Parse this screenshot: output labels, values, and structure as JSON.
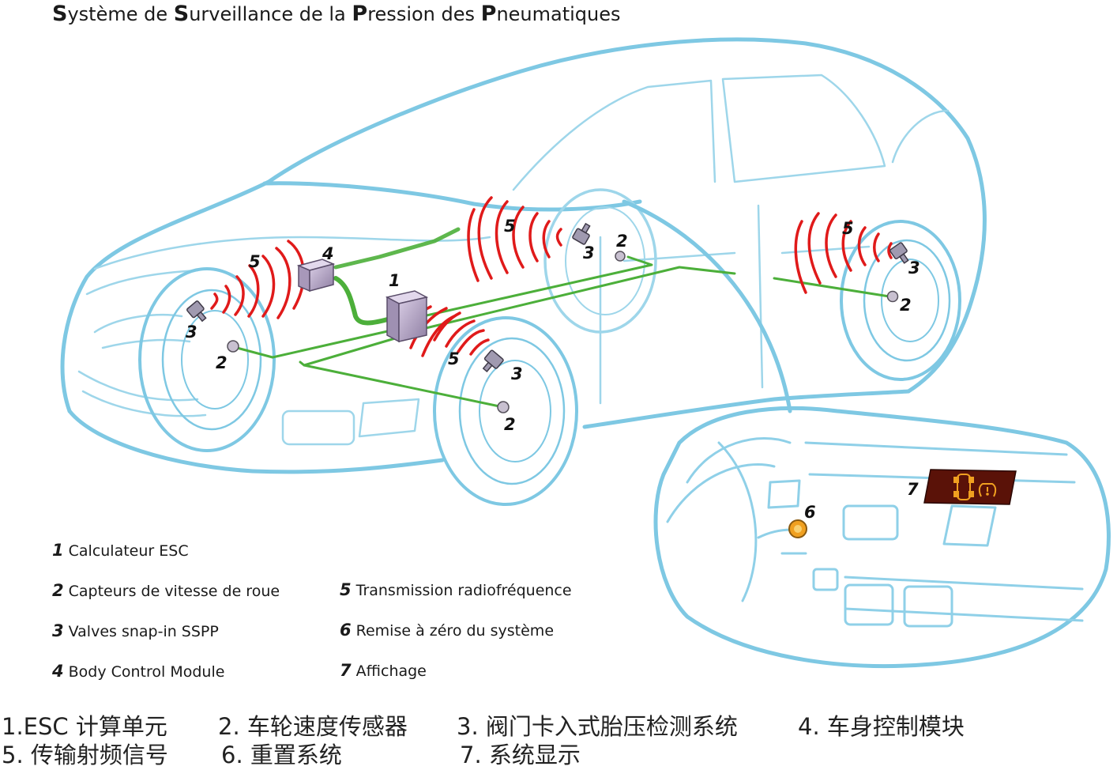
{
  "title": {
    "parts": [
      {
        "initial": "S",
        "rest": "ystème de "
      },
      {
        "initial": "S",
        "rest": "urveillance de la "
      },
      {
        "initial": "P",
        "rest": "ression des "
      },
      {
        "initial": "P",
        "rest": "neumatiques"
      }
    ]
  },
  "legend": [
    {
      "num": "1",
      "label": "Calculateur ESC"
    },
    {
      "num": "2",
      "label": "Capteurs de vitesse de roue"
    },
    {
      "num": "3",
      "label": "Valves snap-in SSPP"
    },
    {
      "num": "4",
      "label": "Body Control Module"
    },
    {
      "num": "5",
      "label": "Transmission radiofréquence"
    },
    {
      "num": "6",
      "label": "Remise à zéro du système"
    },
    {
      "num": "7",
      "label": "Affichage"
    }
  ],
  "chinese_legend": [
    "1.ESC 计算单元",
    "2. 车轮速度传感器",
    "3. 阀门卡入式胎压检测系统",
    "4. 车身控制模块",
    "5. 传输射频信号",
    "6. 重置系统",
    "7. 系统显示"
  ],
  "markers": {
    "esc": "1",
    "wheel_speed_sensor": "2",
    "valve": "3",
    "bcm": "4",
    "rf": "5",
    "reset": "6",
    "display": "7"
  },
  "colors": {
    "outline": "#7ec8e3",
    "wiring": "#4caf3a",
    "rf_waves": "#e01a1a",
    "module": "#b8a8c8",
    "display_bg": "#5a1208",
    "display_icon": "#f0a020"
  }
}
